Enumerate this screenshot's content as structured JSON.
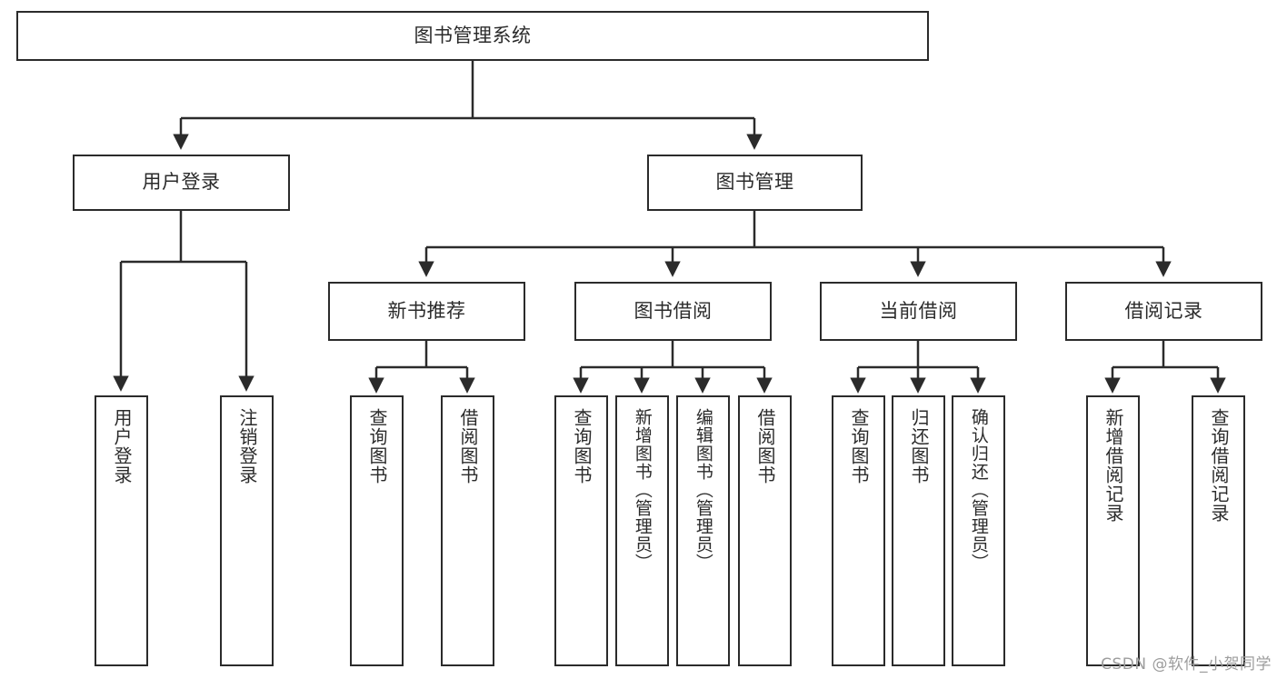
{
  "diagram": {
    "type": "hierarchy-tree",
    "title": "图书管理系统",
    "root": {
      "id": "root",
      "label": "图书管理系统",
      "level": 1
    },
    "level2": [
      {
        "id": "user-login",
        "label": "用户登录"
      },
      {
        "id": "book-manage",
        "label": "图书管理"
      }
    ],
    "level3": [
      {
        "id": "new-book-rec",
        "label": "新书推荐",
        "parent": "book-manage"
      },
      {
        "id": "book-borrow",
        "label": "图书借阅",
        "parent": "book-manage"
      },
      {
        "id": "current-borrow",
        "label": "当前借阅",
        "parent": "book-manage"
      },
      {
        "id": "borrow-record",
        "label": "借阅记录",
        "parent": "book-manage"
      }
    ],
    "leaves": {
      "user-login": [
        {
          "id": "leaf-user-login",
          "label": "用户登录"
        },
        {
          "id": "leaf-user-logout",
          "label": "注销登录"
        }
      ],
      "new-book-rec": [
        {
          "id": "leaf-query-book-1",
          "label": "查询图书"
        },
        {
          "id": "leaf-borrow-book-1",
          "label": "借阅图书"
        }
      ],
      "book-borrow": [
        {
          "id": "leaf-query-book-2",
          "label": "查询图书"
        },
        {
          "id": "leaf-add-book",
          "label": "新增图书（管理员）"
        },
        {
          "id": "leaf-edit-book",
          "label": "编辑图书（管理员）"
        },
        {
          "id": "leaf-borrow-book-2",
          "label": "借阅图书"
        }
      ],
      "current-borrow": [
        {
          "id": "leaf-query-book-3",
          "label": "查询图书"
        },
        {
          "id": "leaf-return-book",
          "label": "归还图书"
        },
        {
          "id": "leaf-confirm-return",
          "label": "确认归还（管理员）"
        }
      ],
      "borrow-record": [
        {
          "id": "leaf-add-record",
          "label": "新增借阅记录"
        },
        {
          "id": "leaf-query-record",
          "label": "查询借阅记录"
        }
      ]
    }
  },
  "watermark": {
    "text": "CSDN @软件_小贺同学"
  },
  "colors": {
    "stroke": "#2b2b2b",
    "background": "#ffffff",
    "text": "#2b2b2b",
    "watermark": "#9d9d9d"
  }
}
